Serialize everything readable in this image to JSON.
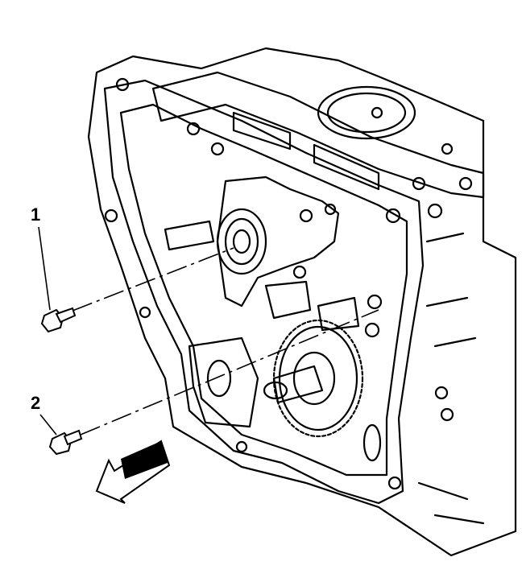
{
  "callouts": [
    {
      "label": "1",
      "part": "bolt"
    },
    {
      "label": "2",
      "part": "bolt"
    }
  ],
  "colors": {
    "line": "#000000",
    "background": "#ffffff"
  },
  "icons": {
    "direction": "front-direction-arrow-icon"
  }
}
